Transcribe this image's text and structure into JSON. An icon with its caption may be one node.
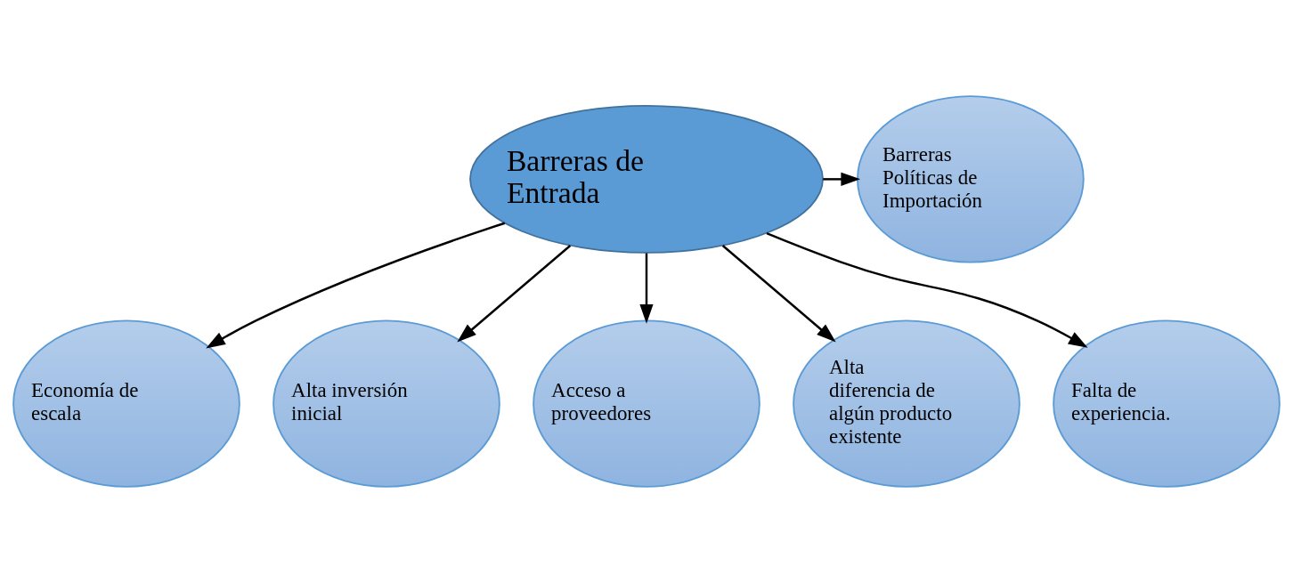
{
  "diagram": {
    "nodes": [
      {
        "text": [
          "Barreras de Entrada"
        ]
      },
      {
        "text": [
          "Barreras Políticas de Importación"
        ]
      },
      {
        "text": [
          "Economía de escala"
        ]
      },
      {
        "text": [
          "Falta de experiencia."
        ]
      },
      {
        "text": [
          "Alta inversión inicial"
        ]
      },
      {
        "text": [
          "Acceso a proveedores"
        ]
      },
      {
        "text": [
          "Alta diferencia de algún producto existente"
        ]
      }
    ],
    "edges": [
      {
        "from": 0,
        "to": 1,
        "arrow": "to"
      },
      {
        "from": 0,
        "to": 2,
        "arrow": "to"
      },
      {
        "from": 0,
        "to": 4,
        "arrow": "to"
      },
      {
        "from": 0,
        "to": 5,
        "arrow": "to"
      },
      {
        "from": 0,
        "to": 6,
        "arrow": "to"
      },
      {
        "from": 0,
        "to": 3,
        "arrow": "to"
      }
    ]
  }
}
